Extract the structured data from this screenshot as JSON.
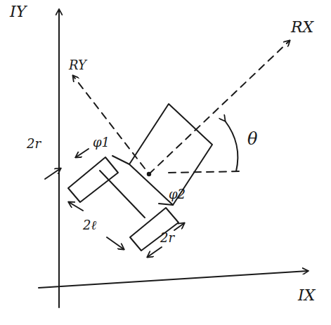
{
  "diagram": {
    "labels": [
      "IY",
      "RY",
      "RX",
      "θ",
      "2r",
      "φ1",
      "2ℓ",
      "φ2",
      "2r",
      "IX"
    ]
  }
}
